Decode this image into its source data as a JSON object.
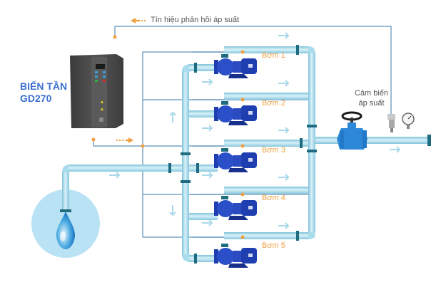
{
  "diagram": {
    "feedback_signal_label": "Tín hiệu phản hồi áp suất",
    "vfd": {
      "line1": "BIẾN TẦN",
      "line2": "GD270"
    },
    "sensor": {
      "line1": "Cảm biến",
      "line2": "áp suất"
    },
    "pumps": [
      {
        "label": "Bơm 1"
      },
      {
        "label": "Bơm 2"
      },
      {
        "label": "Bơm 3"
      },
      {
        "label": "Bơm 4"
      },
      {
        "label": "Bơm 5"
      }
    ],
    "colors": {
      "pipe": "#a9dcec",
      "pipe_edge": "#6fb8d2",
      "flange": "#1f6b80",
      "signal_line": "#5a8fb8",
      "signal_dot": "#f0a040",
      "pump_body": "#1f3fb0",
      "vfd_body": "#4a4a4a",
      "water_circle": "#b9e2f5",
      "arrow": "#a9d8ea",
      "label_orange": "#f0a040",
      "label_blue": "#3a6fd0"
    }
  }
}
